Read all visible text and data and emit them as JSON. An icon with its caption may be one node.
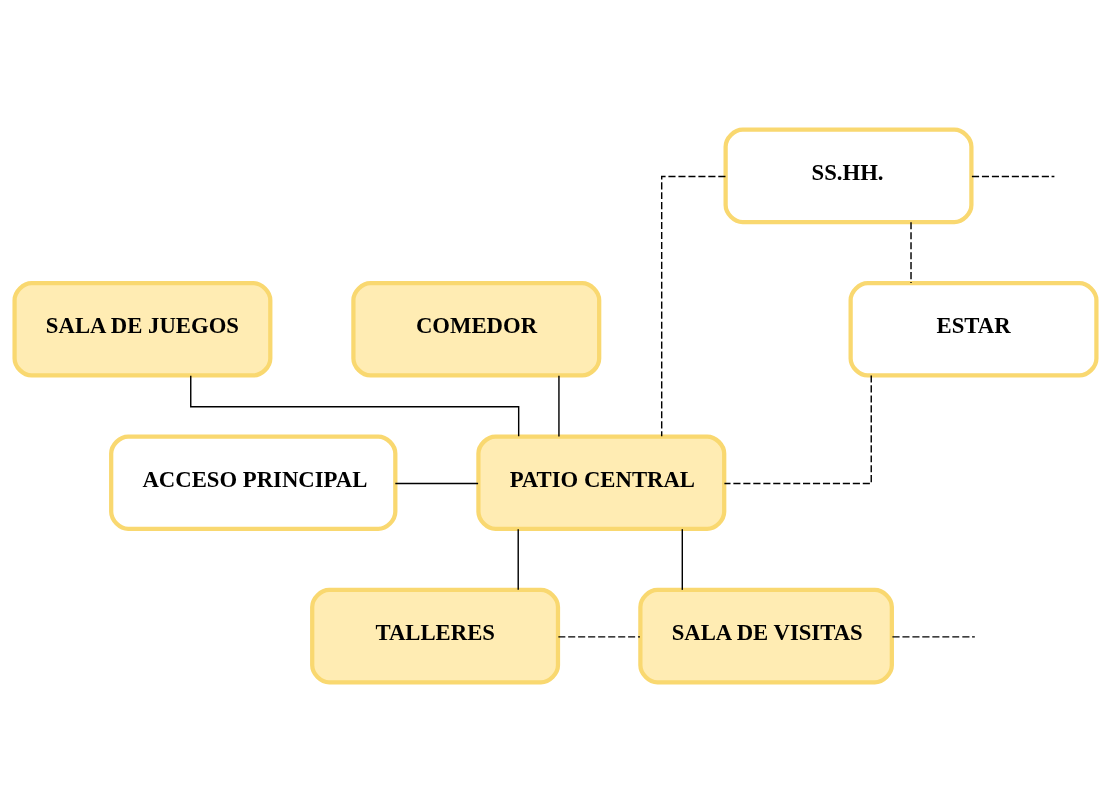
{
  "diagram": {
    "nodes": [
      {
        "text": [
          "SALA DE JUEGOS"
        ]
      },
      {
        "text": [
          "COMEDOR"
        ]
      },
      {
        "text": [
          "SS.HH."
        ]
      },
      {
        "text": [
          "ACCESO PRINCIPAL"
        ]
      },
      {
        "text": [
          "PATIO CENTRAL"
        ]
      },
      {
        "text": [
          "ESTAR"
        ]
      },
      {
        "text": [
          "TALLERES"
        ]
      },
      {
        "text": [
          "SALA DE VISITAS"
        ]
      }
    ],
    "edges": [
      {
        "from": 0,
        "to": 4,
        "arrow": "none"
      },
      {
        "from": 1,
        "to": 4,
        "arrow": "none"
      },
      {
        "from": 2,
        "to": 4,
        "arrow": "none",
        "style": "dashed"
      },
      {
        "from": 2,
        "to": null,
        "arrow": "none",
        "style": "dashed"
      },
      {
        "from": 2,
        "to": 5,
        "arrow": "none",
        "style": "dashed"
      },
      {
        "from": 3,
        "to": 4,
        "arrow": "none"
      },
      {
        "from": 5,
        "to": 4,
        "arrow": "none",
        "style": "dashed"
      },
      {
        "from": 4,
        "to": 6,
        "arrow": "none"
      },
      {
        "from": 4,
        "to": 7,
        "arrow": "none"
      },
      {
        "from": 6,
        "to": 7,
        "arrow": "none",
        "style": "dashed"
      },
      {
        "from": 7,
        "to": null,
        "arrow": "none",
        "style": "dashed"
      }
    ]
  }
}
